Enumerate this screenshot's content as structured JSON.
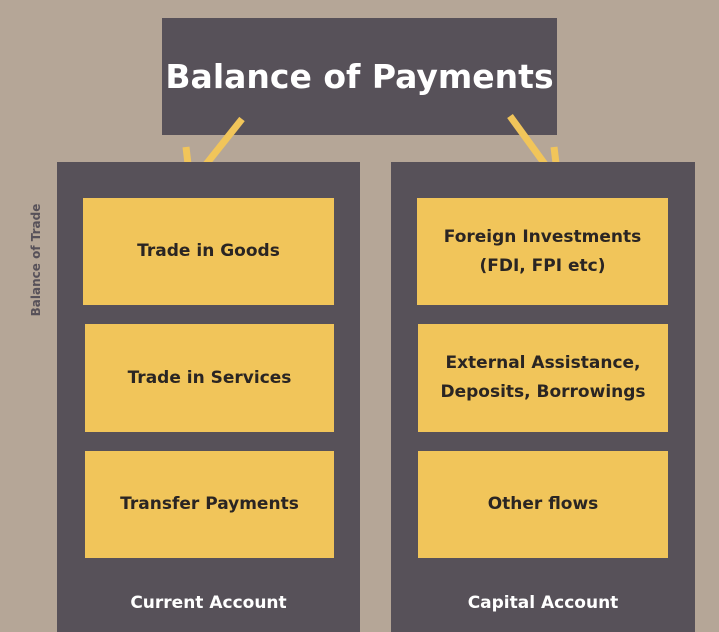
{
  "diagram": {
    "title": "Balance of Payments",
    "side_label": "Balance of Trade",
    "current_account": {
      "label": "Current Account",
      "items": [
        "Trade in Goods",
        "Trade in Services",
        "Transfer Payments"
      ]
    },
    "capital_account": {
      "label": "Capital Account",
      "items": [
        "Foreign Investments\n(FDI, FPI etc)",
        "External Assistance,\nDeposits, Borrowings",
        "Other flows"
      ]
    },
    "colors": {
      "background": "#b5a697",
      "dark": "#575159",
      "card": "#f1c55a",
      "arrow": "#f1c55a"
    }
  }
}
